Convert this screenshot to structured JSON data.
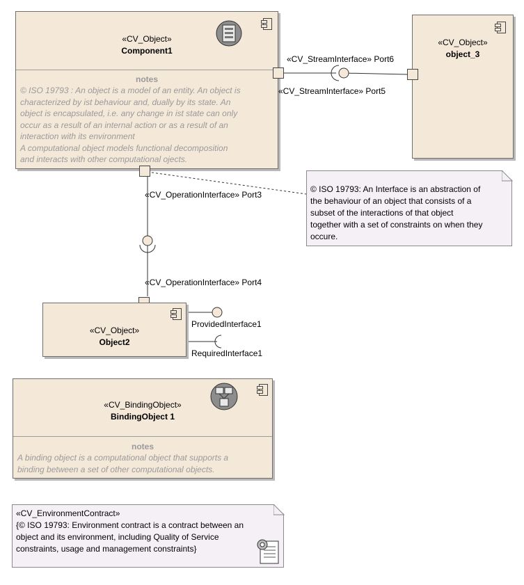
{
  "component1": {
    "stereotype": "«CV_Object»",
    "name": "Component1",
    "notes_title": "notes",
    "notes": "© ISO 19793 : An object is a model of an entity. An object is\ncharacterized by ist behaviour and, dually by its state. An\nobject is encapsulated, i.e. any change in ist state can only\noccur as a result of an internal action or as a result of an\ninteraction with its environment\nA computational object models functional decomposition\nand interacts with other computational ojects."
  },
  "object3": {
    "stereotype": "«CV_Object»",
    "name": "object_3"
  },
  "object2": {
    "stereotype": "«CV_Object»",
    "name": "Object2"
  },
  "binding": {
    "stereotype": "«CV_BindingObject»",
    "name": "BindingObject 1",
    "notes_title": "notes",
    "notes": "A binding object is a computational object that supports a\nbinding between a set of other computational objects."
  },
  "ports": {
    "port6": "«CV_StreamInterface» Port6",
    "port5": "«CV_StreamInterface» Port5",
    "port3": "«CV_OperationInterface» Port3",
    "port4": "«CV_OperationInterface» Port4"
  },
  "interfaces": {
    "provided": "ProvidedInterface1",
    "required": "RequiredInterface1"
  },
  "interface_note": "© ISO 19793: An Interface is an abstraction of\nthe behaviour of an object that consists of a\nsubset of the interactions of that object\ntogether with a set of constraints on when they\noccure.",
  "contract": {
    "stereotype": "«CV_EnvironmentContract»",
    "text": "{© ISO 19793: Environment contract is a contract between an\nobject and its environment, including Quality of Service\nconstraints, usage and management constraints}"
  },
  "colors": {
    "component_fill": "#f4e8d9",
    "note_fill": "#f5f0f6",
    "notes_text": "#9a9a9a"
  }
}
